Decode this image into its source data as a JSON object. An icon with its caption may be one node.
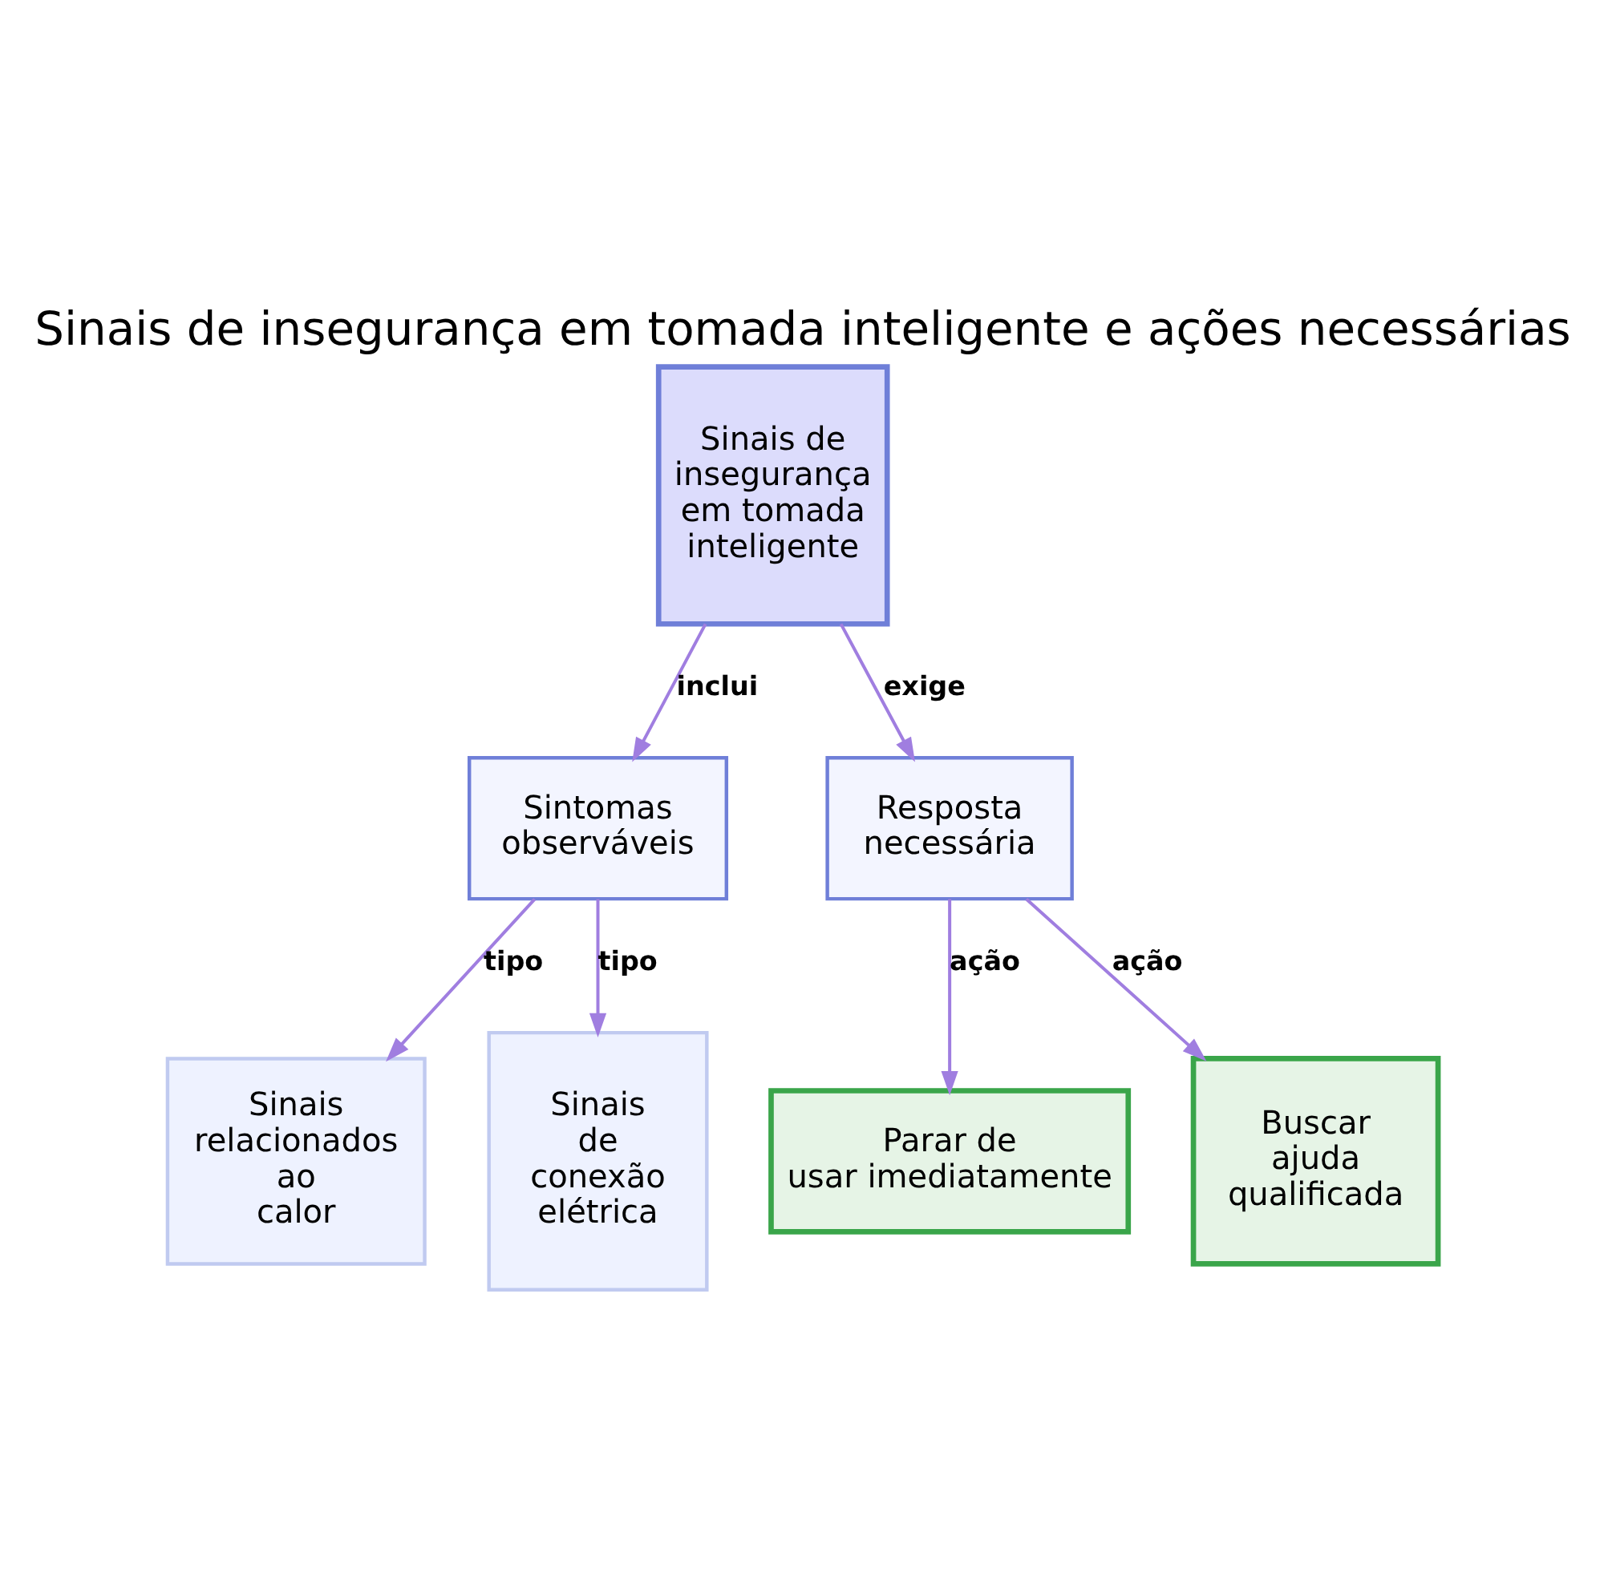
{
  "diagram": {
    "title": "Sinais de insegurança em tomada inteligente e ações necessárias",
    "nodes": [
      {
        "text": [
          "Sinais de insegurança em tomada inteligente"
        ]
      },
      {
        "text": [
          "Sintomas observáveis"
        ]
      },
      {
        "text": [
          "Resposta necessária"
        ]
      },
      {
        "text": [
          "Sinais relacionados ao calor"
        ]
      },
      {
        "text": [
          "Sinais de conexão elétrica"
        ]
      },
      {
        "text": [
          "Parar de usar imediatamente"
        ]
      },
      {
        "text": [
          "Buscar ajuda qualificada"
        ]
      }
    ],
    "edges": [
      {
        "from": 0,
        "to": 1,
        "arrow": "to",
        "label": "inclui"
      },
      {
        "from": 0,
        "to": 2,
        "arrow": "to",
        "label": "exige"
      },
      {
        "from": 1,
        "to": 3,
        "arrow": "to",
        "label": "tipo"
      },
      {
        "from": 1,
        "to": 4,
        "arrow": "to",
        "label": "tipo"
      },
      {
        "from": 2,
        "to": 5,
        "arrow": "to",
        "label": "ação"
      },
      {
        "from": 2,
        "to": 6,
        "arrow": "to",
        "label": "ação"
      }
    ]
  }
}
